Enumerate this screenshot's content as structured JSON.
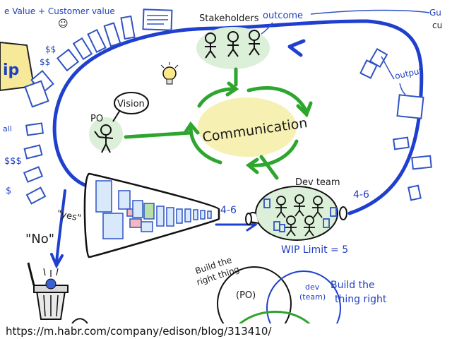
{
  "top_left_label": "e Value + Customer value",
  "smiley": "☺",
  "stakeholders": "Stakeholders",
  "outcome": "outcome",
  "top_right_1": "Gu",
  "top_right_2": "cu",
  "output": "output",
  "vision": "Vision",
  "po": "PO",
  "communication": "Communication",
  "dev_team": "Dev team",
  "cycle_left": "4-6",
  "cycle_right": "4-6",
  "wip_limit": "WIP Limit = 5",
  "yes": "\"yes\"",
  "no": "\"No\"",
  "money_1": "$$",
  "money_2": "$$",
  "money_3": "$$$",
  "money_4": "$",
  "left_fragment": "all",
  "sticky_fragment": "ip",
  "build_right_thing": [
    "Build the",
    "right thing"
  ],
  "build_thing_right": [
    "Build the",
    "thing right"
  ],
  "venn_po": "(PO)",
  "venn_dev": [
    "dev",
    "(team)"
  ],
  "source_url": "https://m.habr.com/company/edison/blog/313410/"
}
